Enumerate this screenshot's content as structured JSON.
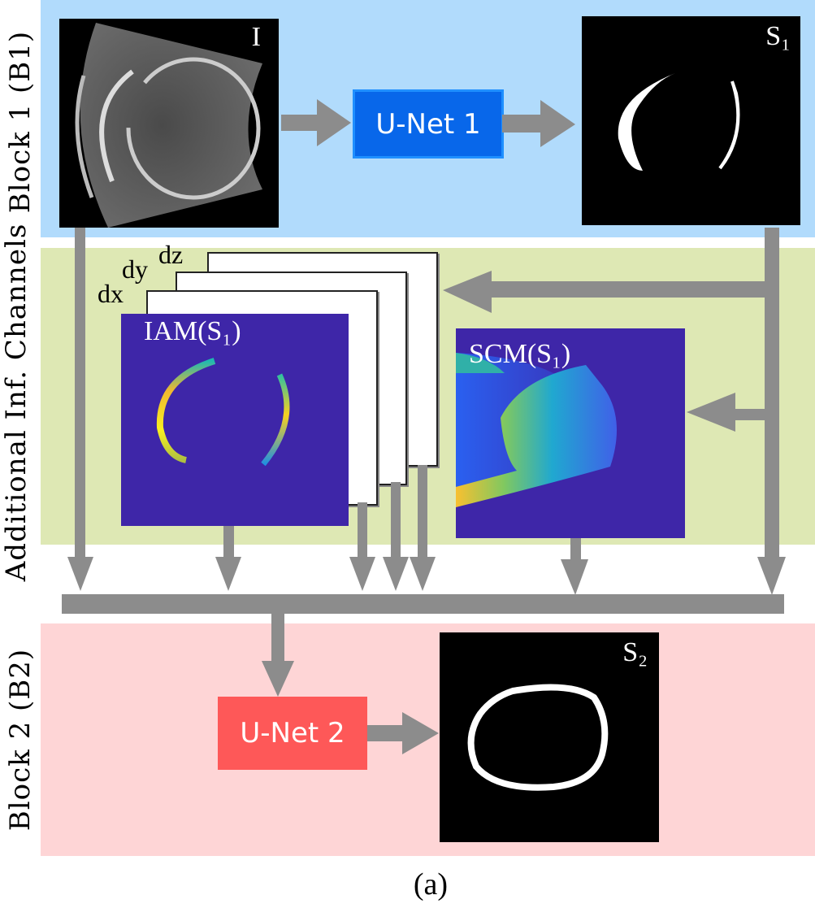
{
  "blocks": {
    "block1_label": "Block 1 (B1)",
    "channels_label": "Additional Inf. Channels",
    "block2_label": "Block 2 (B2)"
  },
  "images": {
    "input": "I",
    "s1": "S₁",
    "iam": "IAM(S₁)",
    "scm": "SCM(S₁)",
    "s2": "S₂"
  },
  "networks": {
    "unet1": "U-Net 1",
    "unet2": "U-Net 2"
  },
  "channels": [
    "dx",
    "dy",
    "dz"
  ],
  "caption": "(a)",
  "colors": {
    "block1": "#b1dbfc",
    "channels": "#dee8b4",
    "block2": "#fed5d6",
    "unet1": "#0867ea",
    "unet2": "#fe5858",
    "arrow": "#8c8c8c",
    "map_bg": "#3e26a8"
  }
}
